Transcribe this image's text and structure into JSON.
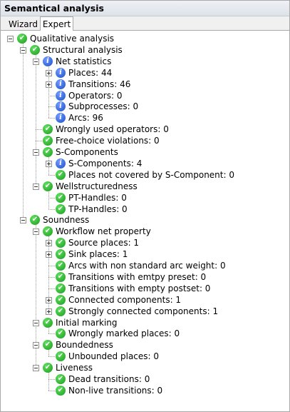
{
  "panel": {
    "title": "Semantical analysis"
  },
  "tabs": [
    {
      "label": "Wizard"
    },
    {
      "label": "Expert"
    }
  ],
  "tree": [
    {
      "label": "Qualitative analysis",
      "icon": "check",
      "toggle": "minus",
      "depth": 0
    },
    {
      "label": "Structural analysis",
      "icon": "check",
      "toggle": "minus",
      "depth": 1
    },
    {
      "label": "Net statistics",
      "icon": "info",
      "toggle": "minus",
      "depth": 2
    },
    {
      "label": "Places: 44",
      "icon": "info",
      "toggle": "plus",
      "depth": 3
    },
    {
      "label": "Transitions: 46",
      "icon": "info",
      "toggle": "plus",
      "depth": 3
    },
    {
      "label": "Operators: 0",
      "icon": "info",
      "toggle": "",
      "depth": 3
    },
    {
      "label": "Subprocesses: 0",
      "icon": "info",
      "toggle": "",
      "depth": 3
    },
    {
      "label": "Arcs: 96",
      "icon": "info",
      "toggle": "",
      "depth": 3
    },
    {
      "label": "Wrongly used operators: 0",
      "icon": "check",
      "toggle": "",
      "depth": 2
    },
    {
      "label": "Free-choice violations: 0",
      "icon": "check",
      "toggle": "",
      "depth": 2
    },
    {
      "label": "S-Components",
      "icon": "check",
      "toggle": "minus",
      "depth": 2
    },
    {
      "label": "S-Components: 4",
      "icon": "info",
      "toggle": "plus",
      "depth": 3
    },
    {
      "label": "Places not covered by S-Component: 0",
      "icon": "check",
      "toggle": "",
      "depth": 3
    },
    {
      "label": "Wellstructuredness",
      "icon": "check",
      "toggle": "minus",
      "depth": 2
    },
    {
      "label": "PT-Handles: 0",
      "icon": "check",
      "toggle": "",
      "depth": 3
    },
    {
      "label": "TP-Handles: 0",
      "icon": "check",
      "toggle": "",
      "depth": 3
    },
    {
      "label": "Soundness",
      "icon": "check",
      "toggle": "minus",
      "depth": 1
    },
    {
      "label": "Workflow net property",
      "icon": "check",
      "toggle": "minus",
      "depth": 2
    },
    {
      "label": "Source places: 1",
      "icon": "check",
      "toggle": "plus",
      "depth": 3
    },
    {
      "label": "Sink places: 1",
      "icon": "check",
      "toggle": "plus",
      "depth": 3
    },
    {
      "label": "Arcs with non standard arc weight: 0",
      "icon": "check",
      "toggle": "",
      "depth": 3
    },
    {
      "label": "Transitions with emtpy preset: 0",
      "icon": "check",
      "toggle": "",
      "depth": 3
    },
    {
      "label": "Transitions with empty postset: 0",
      "icon": "check",
      "toggle": "",
      "depth": 3
    },
    {
      "label": "Connected components: 1",
      "icon": "check",
      "toggle": "plus",
      "depth": 3
    },
    {
      "label": "Strongly connected components: 1",
      "icon": "check",
      "toggle": "plus",
      "depth": 3
    },
    {
      "label": "Initial marking",
      "icon": "check",
      "toggle": "minus",
      "depth": 2
    },
    {
      "label": "Wrongly marked places: 0",
      "icon": "check",
      "toggle": "",
      "depth": 3
    },
    {
      "label": "Boundedness",
      "icon": "check",
      "toggle": "minus",
      "depth": 2
    },
    {
      "label": "Unbounded places: 0",
      "icon": "check",
      "toggle": "",
      "depth": 3
    },
    {
      "label": "Liveness",
      "icon": "check",
      "toggle": "minus",
      "depth": 2
    },
    {
      "label": "Dead transitions: 0",
      "icon": "check",
      "toggle": "",
      "depth": 3
    },
    {
      "label": "Non-live transitions: 0",
      "icon": "check",
      "toggle": "",
      "depth": 3
    }
  ],
  "icons": {
    "check": "check-icon",
    "info": "info-icon"
  },
  "colors": {
    "check": "#2fb52f",
    "info": "#2a5fe0"
  }
}
